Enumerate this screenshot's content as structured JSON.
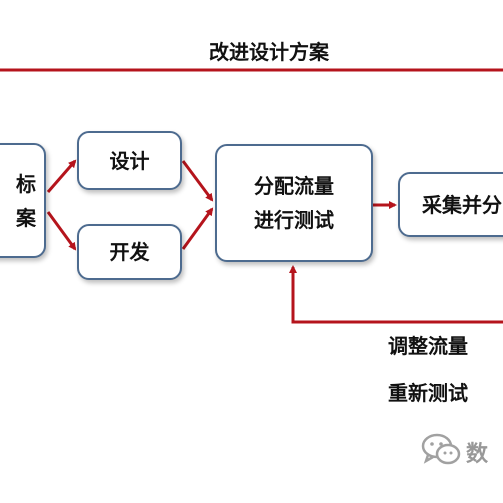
{
  "top_feedback": {
    "label": "改进设计方案"
  },
  "boxes": {
    "left": {
      "lines": [
        "标",
        "案"
      ]
    },
    "design": {
      "label": "设计"
    },
    "develop": {
      "label": "开发"
    },
    "traffic": {
      "lines": [
        "分配流量",
        "进行测试"
      ]
    },
    "collect": {
      "label": "采集并分"
    }
  },
  "bottom_feedback": {
    "lines": [
      "调整流量",
      "重新测试"
    ]
  },
  "watermark": {
    "text": "数",
    "icon": "wechat-icon"
  },
  "colors": {
    "arrow": "#b5141c",
    "box_border": "#4d6b8f",
    "text": "#111111"
  }
}
